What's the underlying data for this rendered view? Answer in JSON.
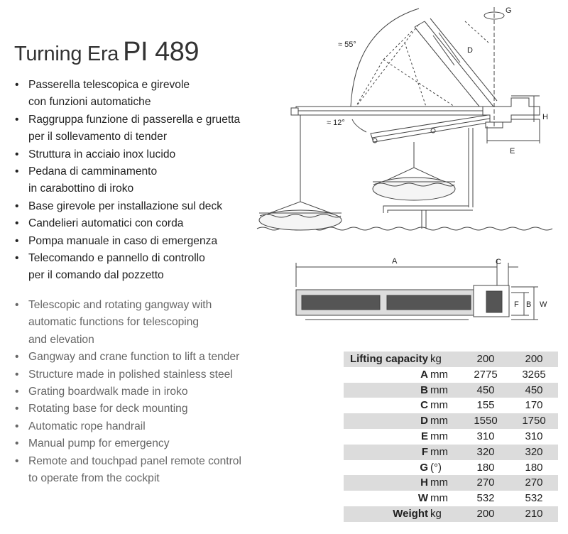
{
  "title": {
    "prefix": "Turning Era",
    "model": "PI 489"
  },
  "features_it": [
    "Passerella telescopica e girevole",
    "con funzioni automatiche",
    "Raggruppa funzione di passerella e gruetta",
    "per il sollevamento di tender",
    "Struttura in acciaio inox lucido",
    "Pedana di camminamento",
    "in carabottino di iroko",
    "Base girevole per installazione sul deck",
    "Candelieri automatici con corda",
    "Pompa manuale in caso di emergenza",
    "Telecomando e pannello di controllo",
    "per il comando dal pozzetto"
  ],
  "features_en": [
    "Telescopic and rotating gangway with",
    "automatic functions for telescoping",
    "and elevation",
    "Gangway and crane function to lift a tender",
    "Structure made in polished stainless steel",
    "Grating boardwalk made in iroko",
    "Rotating base for deck mounting",
    "Automatic rope handrail",
    "Manual pump for emergency",
    "Remote and touchpad panel remote control",
    "to operate from the cockpit"
  ],
  "diagram_labels": {
    "angle_up": "≈ 55°",
    "angle_down": "≈ 12°",
    "g": "G",
    "d": "D",
    "h": "H",
    "e": "E",
    "a": "A",
    "c": "C",
    "f": "F",
    "b": "B",
    "w": "W"
  },
  "specs": {
    "header": {
      "label": "Lifting capacity",
      "unit": "kg",
      "v1": "200",
      "v2": "200"
    },
    "rows": [
      {
        "label": "A",
        "unit": "mm",
        "v1": "2775",
        "v2": "3265"
      },
      {
        "label": "B",
        "unit": "mm",
        "v1": "450",
        "v2": "450"
      },
      {
        "label": "C",
        "unit": "mm",
        "v1": "155",
        "v2": "170"
      },
      {
        "label": "D",
        "unit": "mm",
        "v1": "1550",
        "v2": "1750"
      },
      {
        "label": "E",
        "unit": "mm",
        "v1": "310",
        "v2": "310"
      },
      {
        "label": "F",
        "unit": "mm",
        "v1": "320",
        "v2": "320"
      },
      {
        "label": "G",
        "unit": "(°)",
        "v1": "180",
        "v2": "180"
      },
      {
        "label": "H",
        "unit": "mm",
        "v1": "270",
        "v2": "270"
      },
      {
        "label": "W",
        "unit": "mm",
        "v1": "532",
        "v2": "532"
      },
      {
        "label": "Weight",
        "unit": "kg",
        "v1": "200",
        "v2": "210"
      }
    ]
  }
}
